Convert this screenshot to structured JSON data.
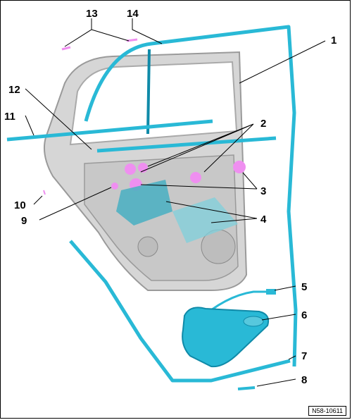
{
  "figure_id": "N58-10611",
  "callouts": [
    {
      "label": "1"
    },
    {
      "label": "2"
    },
    {
      "label": "3"
    },
    {
      "label": "4"
    },
    {
      "label": "5"
    },
    {
      "label": "6"
    },
    {
      "label": "7"
    },
    {
      "label": "8"
    },
    {
      "label": "9"
    },
    {
      "label": "10"
    },
    {
      "label": "11"
    },
    {
      "label": "12"
    },
    {
      "label": "13"
    },
    {
      "label": "14"
    }
  ],
  "colors": {
    "seal": "#29b9d6",
    "seal_dark": "#0f8aa8",
    "door": "#d6d6d6",
    "door_edge": "#9a9a9a",
    "clip": "#ef8ff0",
    "sheet": "#5fc0d0"
  }
}
